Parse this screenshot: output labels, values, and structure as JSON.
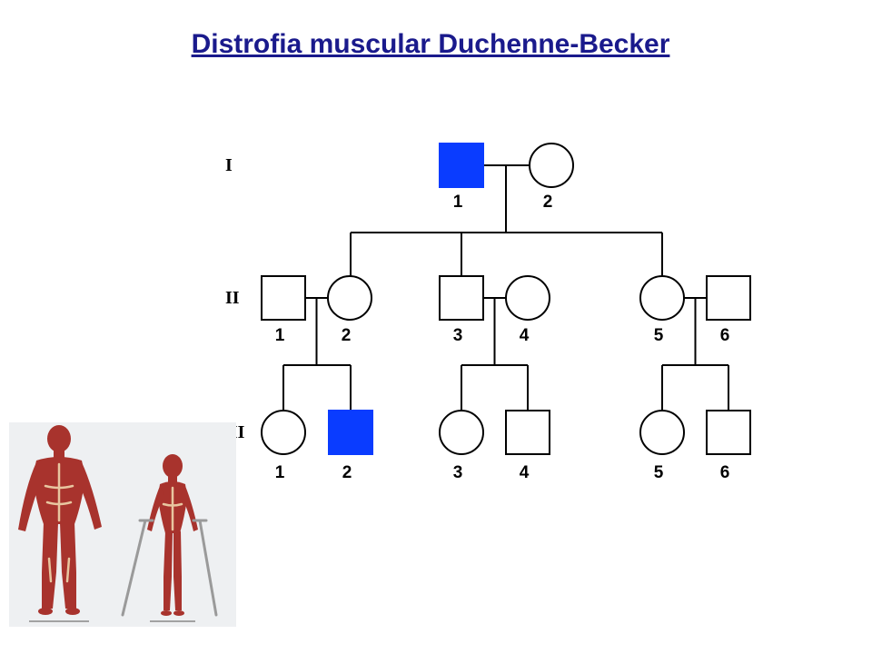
{
  "slide": {
    "title": "Distrofia muscular Duchenne-Becker"
  },
  "colors": {
    "title": "#1a1a8c",
    "affected": "#0a3cff",
    "line": "#000000",
    "muscle": "#a8332d",
    "tendon": "#e8c6a0",
    "illustration_bg": "#eef0f2"
  },
  "pedigree": {
    "generations": [
      {
        "label": "I",
        "members": [
          {
            "number": "1",
            "sex": "male",
            "affected": true
          },
          {
            "number": "2",
            "sex": "female",
            "affected": false
          }
        ]
      },
      {
        "label": "II",
        "members": [
          {
            "number": "1",
            "sex": "male",
            "affected": false
          },
          {
            "number": "2",
            "sex": "female",
            "affected": false
          },
          {
            "number": "3",
            "sex": "male",
            "affected": false
          },
          {
            "number": "4",
            "sex": "female",
            "affected": false
          },
          {
            "number": "5",
            "sex": "female",
            "affected": false
          },
          {
            "number": "6",
            "sex": "male",
            "affected": false
          }
        ]
      },
      {
        "label": "III",
        "members": [
          {
            "number": "1",
            "sex": "female",
            "affected": false
          },
          {
            "number": "2",
            "sex": "male",
            "affected": true
          },
          {
            "number": "3",
            "sex": "female",
            "affected": false
          },
          {
            "number": "4",
            "sex": "male",
            "affected": false
          },
          {
            "number": "5",
            "sex": "female",
            "affected": false
          },
          {
            "number": "6",
            "sex": "male",
            "affected": false
          }
        ]
      }
    ]
  }
}
